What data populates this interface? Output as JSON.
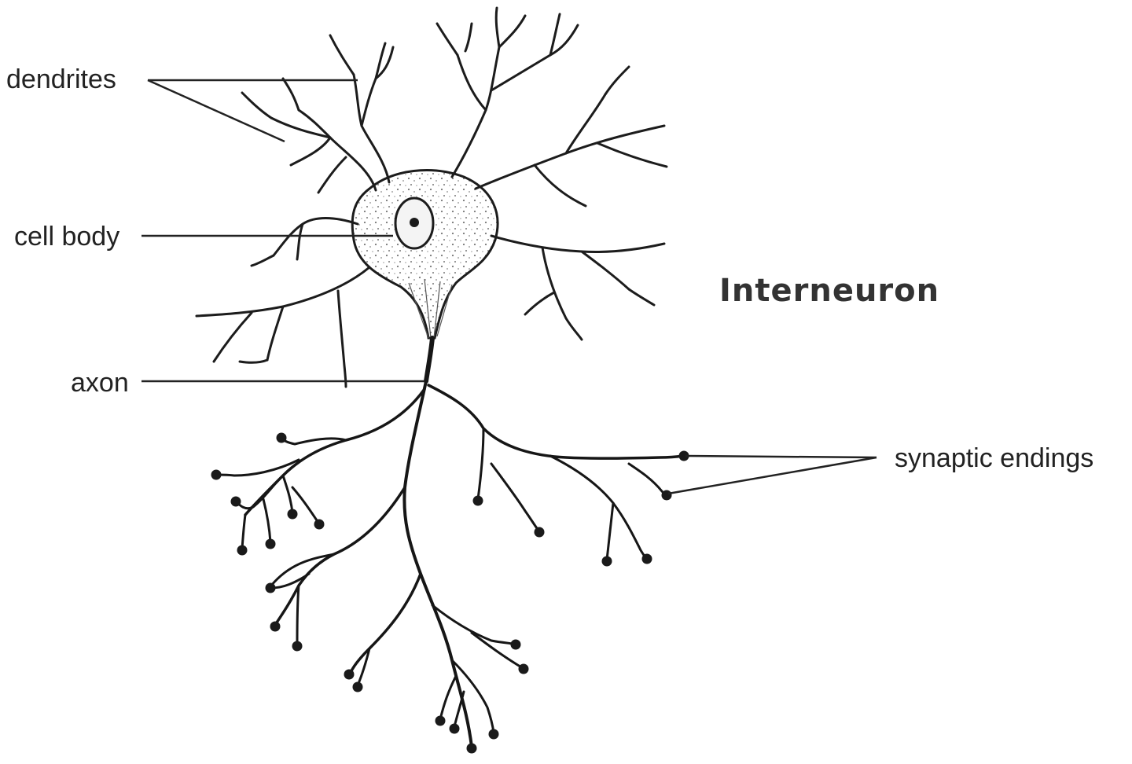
{
  "diagram": {
    "title": "Interneuron",
    "labels": {
      "dendrites": "dendrites",
      "cell_body": "cell body",
      "axon": "axon",
      "synaptic_endings": "synaptic endings"
    }
  }
}
